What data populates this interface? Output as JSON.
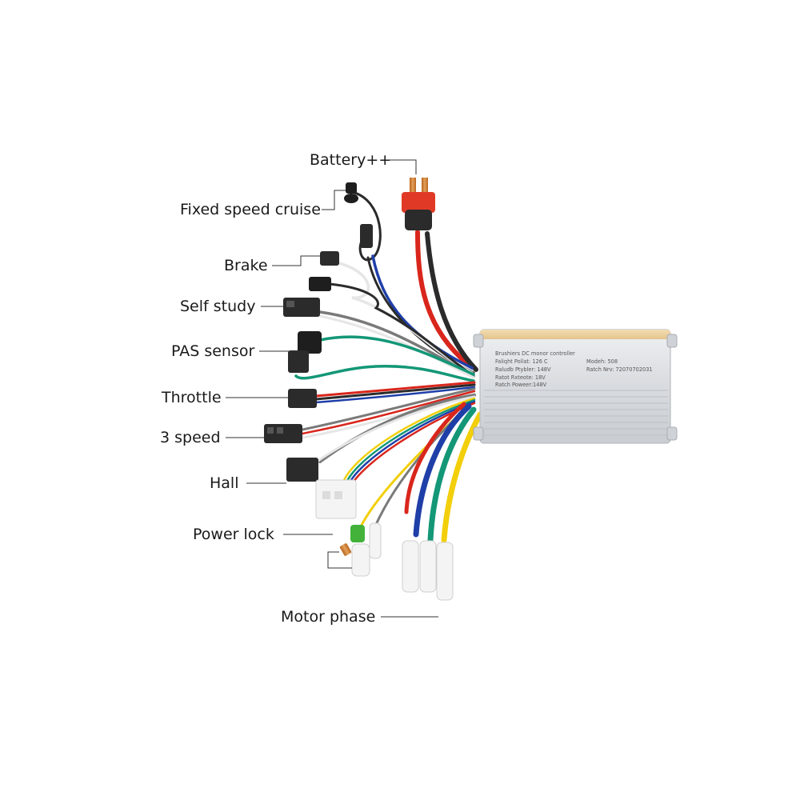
{
  "labels": {
    "battery": "Battery++",
    "cruise": "Fixed speed cruise",
    "brake": "Brake",
    "self_study": "Self study",
    "pas": "PAS sensor",
    "throttle": "Throttle",
    "three_speed": "3 speed",
    "hall": "Hall",
    "power_lock": "Power lock",
    "motor_phase": "Motor phase"
  },
  "controller": {
    "title": "Brushiers DC monor controller",
    "lines": [
      "Faliqht Pollat: 126 C",
      "Raludb Ptybler: 148V",
      "Ratot Rxteote: 18V",
      "Ratch Poweer:148V"
    ],
    "model": "Modeh: 508",
    "batch": "Ratch Nrv: 72070702031"
  },
  "colors": {
    "red": "#d9261c",
    "black": "#2b2b2b",
    "blue": "#1f3fa8",
    "white": "#e6e6e6",
    "green": "#139777",
    "yellow": "#f2cf0a",
    "grey": "#7a7a7a",
    "case": "#dcdfe2"
  }
}
